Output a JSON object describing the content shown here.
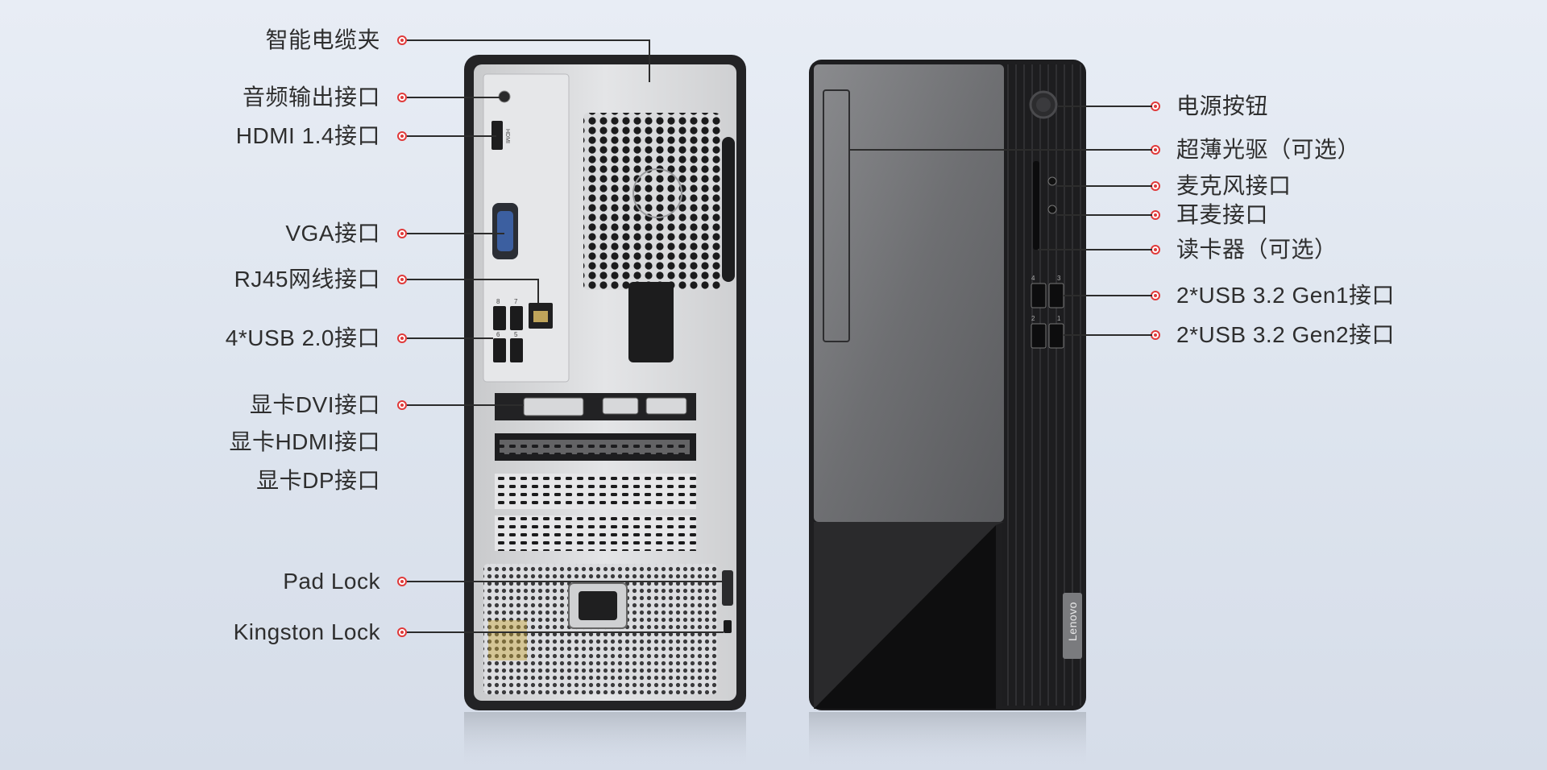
{
  "left_labels": [
    "智能电缆夹",
    "音频输出接口",
    "HDMI 1.4接口",
    "VGA接口",
    "RJ45网线接口",
    "4*USB 2.0接口",
    "显卡DVI接口",
    "显卡HDMI接口",
    "显卡DP接口",
    "Pad Lock",
    "Kingston Lock"
  ],
  "right_labels": [
    "电源按钮",
    "超薄光驱（可选）",
    "麦克风接口",
    "耳麦接口",
    "读卡器（可选）",
    "2*USB 3.2 Gen1接口",
    "2*USB 3.2 Gen2接口"
  ],
  "brand": "Lenovo",
  "rear_port_text": {
    "hdmi": "HDMI",
    "usb_num_a": "8",
    "usb_num_b": "7",
    "usb_num_c": "6",
    "usb_num_d": "5"
  },
  "front_port_text": {
    "usb_num_4": "4",
    "usb_num_3": "3",
    "usb_num_2": "2",
    "usb_num_1": "1"
  },
  "colors": {
    "accent_dot": "#e03a3a",
    "case_black": "#1c1c1e",
    "metal_silver": "#d4d5d7"
  }
}
